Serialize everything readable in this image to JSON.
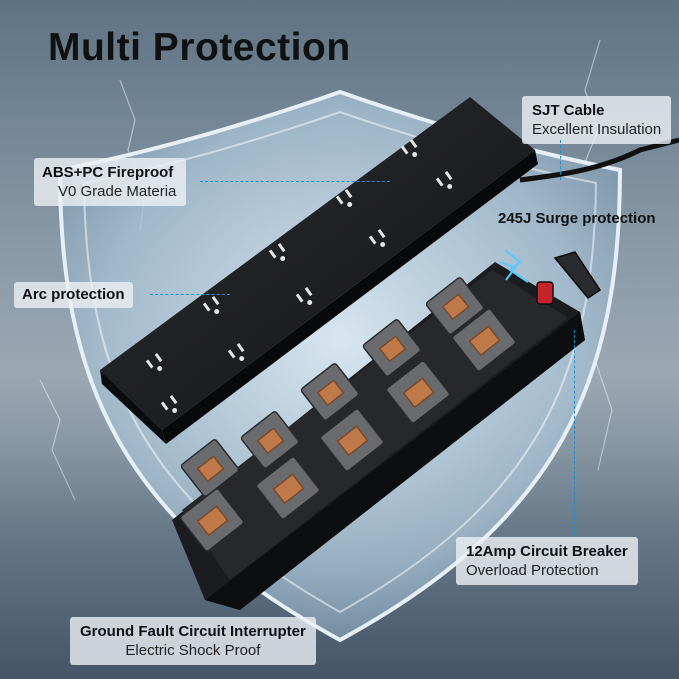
{
  "title": "Multi Protection",
  "callouts": {
    "sjt": {
      "heading": "SJT Cable",
      "sub": "Excellent Insulation"
    },
    "abs": {
      "heading": "ABS+PC Fireproof",
      "sub": "V0 Grade Materia"
    },
    "surge": {
      "heading": "245J Surge protection"
    },
    "arc": {
      "heading": "Arc protection"
    },
    "breaker": {
      "heading": "12Amp Circuit Breaker",
      "sub": "Overload Protection"
    },
    "gfci": {
      "heading": "Ground Fault Circuit Interrupter",
      "sub": "Electric Shock Proof"
    }
  },
  "colors": {
    "leader": "#1f8fd0",
    "product": "#1c1d20",
    "shield": "#cfe0ec",
    "copper": "#c07a4a"
  }
}
